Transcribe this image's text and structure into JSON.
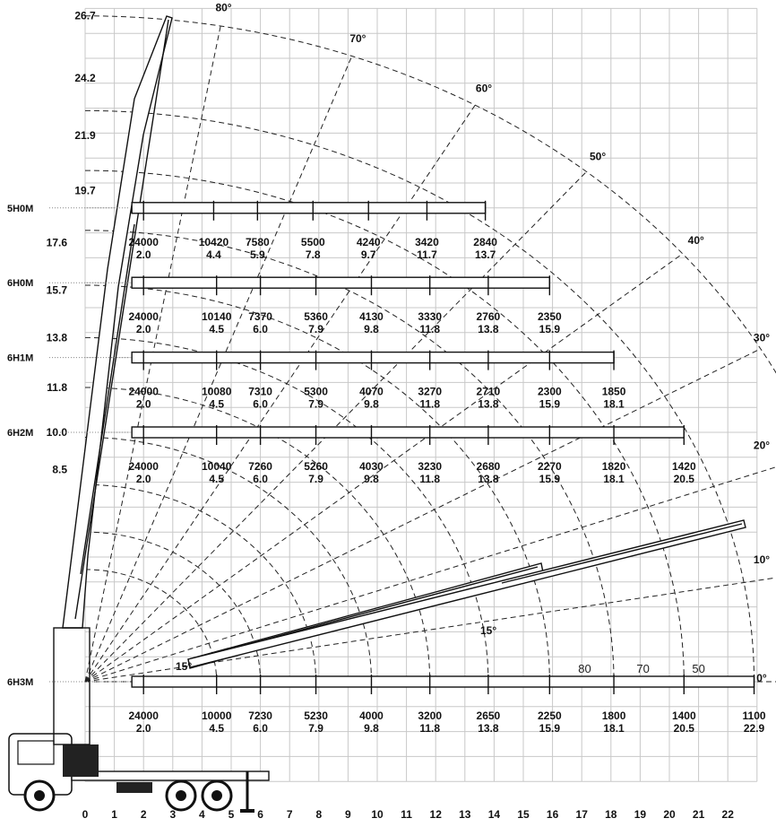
{
  "diagram": {
    "x_ticks": [
      "0",
      "1",
      "2",
      "3",
      "4",
      "5",
      "6",
      "7",
      "8",
      "9",
      "10",
      "11",
      "12",
      "13",
      "14",
      "15",
      "16",
      "17",
      "18",
      "19",
      "20",
      "21",
      "22"
    ],
    "height_labels": [
      {
        "text": "26.7",
        "y": 26.7
      },
      {
        "text": "24.2",
        "y": 24.2
      },
      {
        "text": "21.9",
        "y": 21.9
      },
      {
        "text": "19.7",
        "y": 19.7
      },
      {
        "text": "17.6",
        "y": 17.6
      },
      {
        "text": "15.7",
        "y": 15.7
      },
      {
        "text": "13.8",
        "y": 13.8
      },
      {
        "text": "11.8",
        "y": 11.8
      },
      {
        "text": "10.0",
        "y": 10.0
      },
      {
        "text": "8.5",
        "y": 8.5
      }
    ],
    "angle_labels": [
      {
        "text": "80°",
        "angle": 80
      },
      {
        "text": "70°",
        "angle": 70
      },
      {
        "text": "60°",
        "angle": 60
      },
      {
        "text": "50°",
        "angle": 50
      },
      {
        "text": "40°",
        "angle": 40
      },
      {
        "text": "30°",
        "angle": 30
      },
      {
        "text": "20°",
        "angle": 20
      },
      {
        "text": "10°",
        "angle": 10
      },
      {
        "text": "0°",
        "angle": 0
      }
    ],
    "jib_angle_labels": [
      "15°",
      "15°"
    ],
    "extension_angles": [
      "80",
      "70",
      "50"
    ],
    "configurations": [
      {
        "name": "5H0M",
        "loads": [
          "24000",
          "10420",
          "7580",
          "5500",
          "4240",
          "3420",
          "2840"
        ],
        "radii": [
          "2.0",
          "4.4",
          "5.9",
          "7.8",
          "9.7",
          "11.7",
          "13.7"
        ]
      },
      {
        "name": "6H0M",
        "loads": [
          "24000",
          "10140",
          "7370",
          "5360",
          "4130",
          "3330",
          "2760",
          "2350"
        ],
        "radii": [
          "2.0",
          "4.5",
          "6.0",
          "7.9",
          "9.8",
          "11.8",
          "13.8",
          "15.9"
        ]
      },
      {
        "name": "6H1M",
        "loads": [
          "24000",
          "10080",
          "7310",
          "5300",
          "4070",
          "3270",
          "2710",
          "2300",
          "1850"
        ],
        "radii": [
          "2.0",
          "4.5",
          "6.0",
          "7.9",
          "9.8",
          "11.8",
          "13.8",
          "15.9",
          "18.1"
        ]
      },
      {
        "name": "6H2M",
        "loads": [
          "24000",
          "10040",
          "7260",
          "5260",
          "4030",
          "3230",
          "2680",
          "2270",
          "1820",
          "1420"
        ],
        "radii": [
          "2.0",
          "4.5",
          "6.0",
          "7.9",
          "9.8",
          "11.8",
          "13.8",
          "15.9",
          "18.1",
          "20.5"
        ]
      },
      {
        "name": "6H3M",
        "loads": [
          "24000",
          "10000",
          "7230",
          "5230",
          "4000",
          "3200",
          "2650",
          "2250",
          "1800",
          "1400",
          "1100"
        ],
        "radii": [
          "2.0",
          "4.5",
          "6.0",
          "7.9",
          "9.8",
          "11.8",
          "13.8",
          "15.9",
          "18.1",
          "20.5",
          "22.9"
        ]
      }
    ]
  }
}
